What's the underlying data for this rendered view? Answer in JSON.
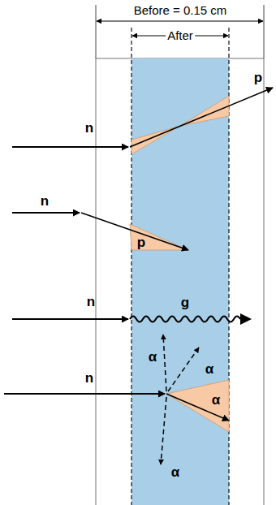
{
  "diagram": {
    "labels": [
      "Before = 0.15 cm",
      "After",
      "p",
      "n",
      "n",
      "p",
      "n",
      "g",
      "n",
      "α",
      "α",
      "α",
      "α"
    ]
  }
}
